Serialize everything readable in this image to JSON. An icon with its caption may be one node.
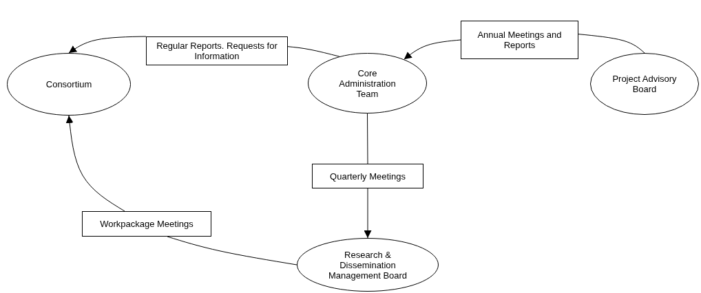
{
  "diagram": {
    "nodes": [
      {
        "text": [
          "Consortium"
        ]
      },
      {
        "text": [
          "Regular Reports. Requests for Information"
        ]
      },
      {
        "text": [
          "Core Administration Team"
        ]
      },
      {
        "text": [
          "Annual Meetings and Reports"
        ]
      },
      {
        "text": [
          "Project Advisory Board"
        ]
      },
      {
        "text": [
          "Quarterly Meetings"
        ]
      },
      {
        "text": [
          "Workpackage Meetings"
        ]
      },
      {
        "text": [
          "Research & Dissemination Management Board"
        ]
      }
    ],
    "edges": [
      {
        "from": 2,
        "to": 1,
        "arrow": "none"
      },
      {
        "from": 1,
        "to": 0,
        "arrow": "to"
      },
      {
        "from": 4,
        "to": 3,
        "arrow": "none"
      },
      {
        "from": 3,
        "to": 2,
        "arrow": "to"
      },
      {
        "from": 2,
        "to": 5,
        "arrow": "none"
      },
      {
        "from": 5,
        "to": 7,
        "arrow": "to"
      },
      {
        "from": 7,
        "to": 6,
        "arrow": "none"
      },
      {
        "from": 6,
        "to": 0,
        "arrow": "to"
      }
    ]
  }
}
